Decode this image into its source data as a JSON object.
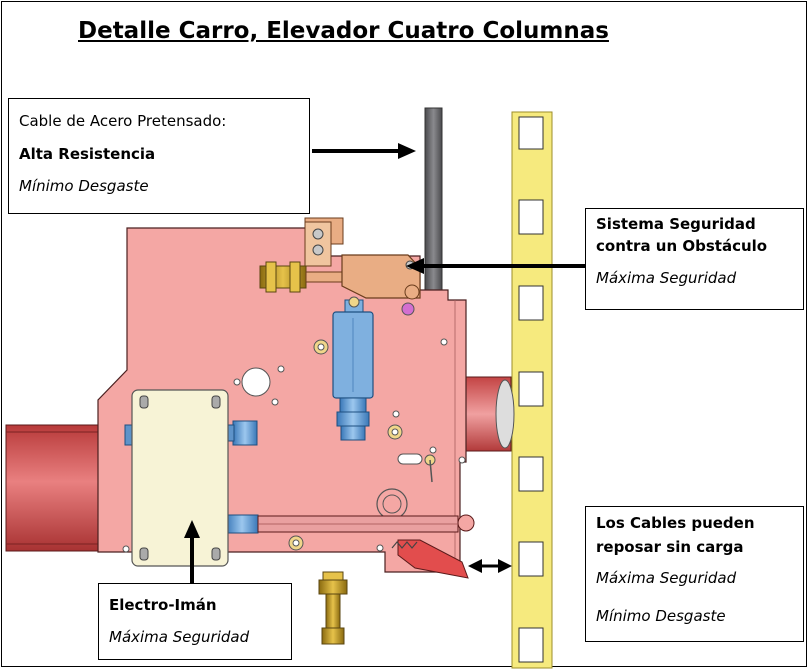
{
  "title": "Detalle Carro, Elevador Cuatro Columnas",
  "callouts": {
    "cable": {
      "line1": "Cable de Acero Pretensado:",
      "line2": "Alta Resistencia",
      "line3": "Mínimo Desgaste"
    },
    "safety": {
      "line1": "Sistema Seguridad",
      "line2": "contra un Obstáculo",
      "line3": "Máxima Seguridad"
    },
    "cables_rest": {
      "line1": "Los Cables pueden",
      "line2": "reposar sin carga",
      "line3": "Máxima Seguridad",
      "line4": "Mínimo Desgaste"
    },
    "magnet": {
      "line1": "Electro-Imán",
      "line2": "Máxima Seguridad"
    }
  },
  "colors": {
    "carriage": "#f4a7a4",
    "column": "#f6ea7e",
    "cable": "#6f6f72",
    "magnet_box": "#f7f3d6",
    "switch": "#7fb0df",
    "safety_part": "#e9ad84",
    "red_beam": "#d65a5a"
  }
}
